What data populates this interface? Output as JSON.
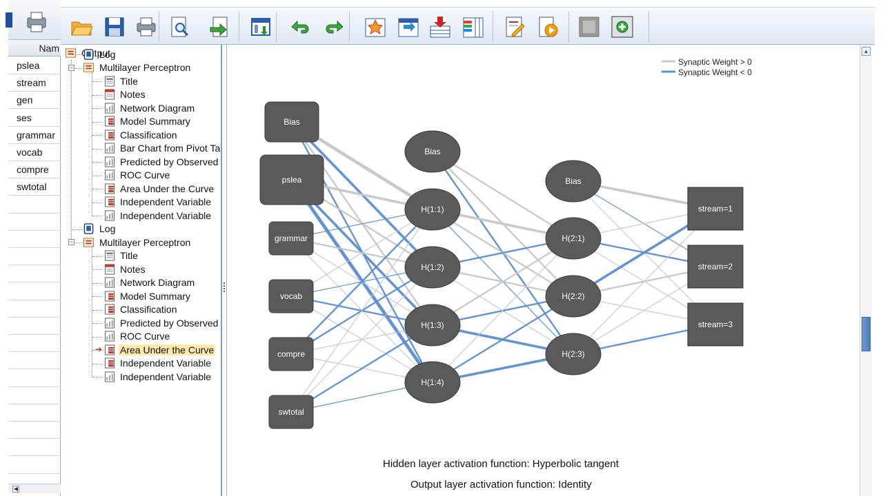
{
  "data_view": {
    "column_header": "Nam",
    "variables": [
      "pslea",
      "stream",
      "gen",
      "ses",
      "grammar",
      "vocab",
      "compre",
      "swtotal"
    ]
  },
  "toolbar": {
    "buttons": [
      {
        "name": "open-icon"
      },
      {
        "name": "save-icon"
      },
      {
        "name": "print-icon"
      },
      {
        "name": "print-preview-icon"
      },
      {
        "name": "export-icon"
      },
      {
        "name": "recall-dialog-icon"
      },
      {
        "name": "undo-icon"
      },
      {
        "name": "redo-icon"
      },
      {
        "name": "goto-case-icon"
      },
      {
        "name": "goto-variable-icon"
      },
      {
        "name": "insert-cases-icon"
      },
      {
        "name": "insert-variable-icon"
      },
      {
        "name": "edit-output-icon"
      },
      {
        "name": "run-script-icon"
      },
      {
        "name": "disabled-tool-icon"
      },
      {
        "name": "designate-window-icon"
      }
    ]
  },
  "outline": {
    "root": "Output",
    "items": [
      {
        "label": "Log",
        "icon": "log-icon"
      },
      {
        "label": "Multilayer Perceptron",
        "icon": "procedure-icon"
      },
      {
        "label": "Title",
        "icon": "title-icon"
      },
      {
        "label": "Notes",
        "icon": "notes-icon"
      },
      {
        "label": "Network Diagram",
        "icon": "chart-icon"
      },
      {
        "label": "Model Summary",
        "icon": "table-icon"
      },
      {
        "label": "Classification",
        "icon": "table-icon"
      },
      {
        "label": "Bar Chart from Pivot Ta",
        "icon": "chart-icon"
      },
      {
        "label": "Predicted by Observed",
        "icon": "chart-icon"
      },
      {
        "label": "ROC Curve",
        "icon": "chart-icon"
      },
      {
        "label": "Area Under the Curve",
        "icon": "table-icon"
      },
      {
        "label": "Independent Variable",
        "icon": "table-icon"
      },
      {
        "label": "Independent Variable",
        "icon": "chart-icon"
      },
      {
        "label": "Log",
        "icon": "log-icon"
      },
      {
        "label": "Multilayer Perceptron",
        "icon": "procedure-icon"
      },
      {
        "label": "Title",
        "icon": "title-icon"
      },
      {
        "label": "Notes",
        "icon": "notes-icon"
      },
      {
        "label": "Network Diagram",
        "icon": "chart-icon"
      },
      {
        "label": "Model Summary",
        "icon": "table-icon"
      },
      {
        "label": "Classification",
        "icon": "table-icon"
      },
      {
        "label": "Predicted by Observed",
        "icon": "chart-icon"
      },
      {
        "label": "ROC Curve",
        "icon": "chart-icon"
      },
      {
        "label": "Area Under the Curve",
        "icon": "table-icon",
        "selected": true
      },
      {
        "label": "Independent Variable",
        "icon": "table-icon"
      },
      {
        "label": "Independent Variable",
        "icon": "chart-icon"
      }
    ]
  },
  "diagram": {
    "legend": {
      "positive": "Synaptic Weight > 0",
      "negative": "Synaptic Weight < 0",
      "positive_color": "#c8c8c8",
      "negative_color": "#5b8fcf"
    },
    "input_layer": [
      "Bias",
      "pslea",
      "grammar",
      "vocab",
      "compre",
      "swtotal"
    ],
    "hidden_layer_1": [
      "Bias",
      "H(1:1)",
      "H(1:2)",
      "H(1:3)",
      "H(1:4)"
    ],
    "hidden_layer_2": [
      "Bias",
      "H(2:1)",
      "H(2:2)",
      "H(2:3)"
    ],
    "output_layer": [
      "stream=1",
      "stream=2",
      "stream=3"
    ],
    "hidden_activation": "Hidden layer activation function: Hyperbolic tangent",
    "output_activation": "Output layer activation function: Identity"
  }
}
